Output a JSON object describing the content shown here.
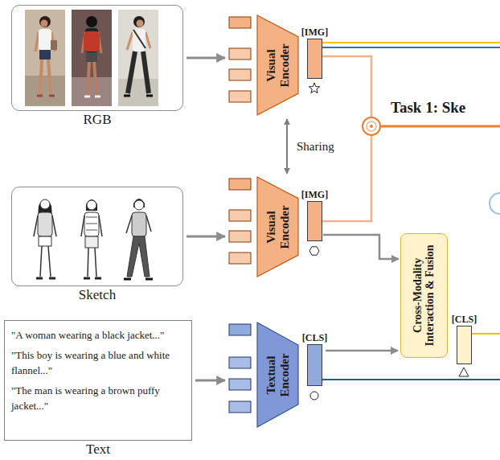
{
  "diagram": {
    "nodes": [
      {
        "text": [
          "RGB"
        ]
      },
      {
        "text": [
          "Sketch"
        ]
      },
      {
        "text": [
          "\"A woman wearing a black jacket...\"",
          "\"This boy is wearing a blue and white flannel...\"",
          "\"The man is wearing a brown puffy jacket...\"",
          "Text"
        ]
      },
      {
        "text": [
          "Visual Encoder"
        ]
      },
      {
        "text": [
          "Visual Encoder"
        ]
      },
      {
        "text": [
          "Textual Encoder"
        ]
      },
      {
        "text": [
          "Cross-Modality Interaction & Fusion"
        ]
      },
      {
        "text": [
          "[IMG]"
        ]
      },
      {
        "text": [
          "[IMG]"
        ]
      },
      {
        "text": [
          "[CLS]"
        ]
      },
      {
        "text": [
          "[CLS]"
        ]
      }
    ],
    "edges": [
      {
        "from": 0,
        "to": 3,
        "arrow": "to"
      },
      {
        "from": 1,
        "to": 4,
        "arrow": "to"
      },
      {
        "from": 2,
        "to": 5,
        "arrow": "to"
      },
      {
        "from": 3,
        "to": 4,
        "arrow": "both",
        "label": "Sharing"
      },
      {
        "from": 8,
        "to": 6,
        "arrow": "to"
      },
      {
        "from": 9,
        "to": 6,
        "arrow": "to"
      }
    ],
    "labels": [
      "Task 1: Ske"
    ]
  }
}
